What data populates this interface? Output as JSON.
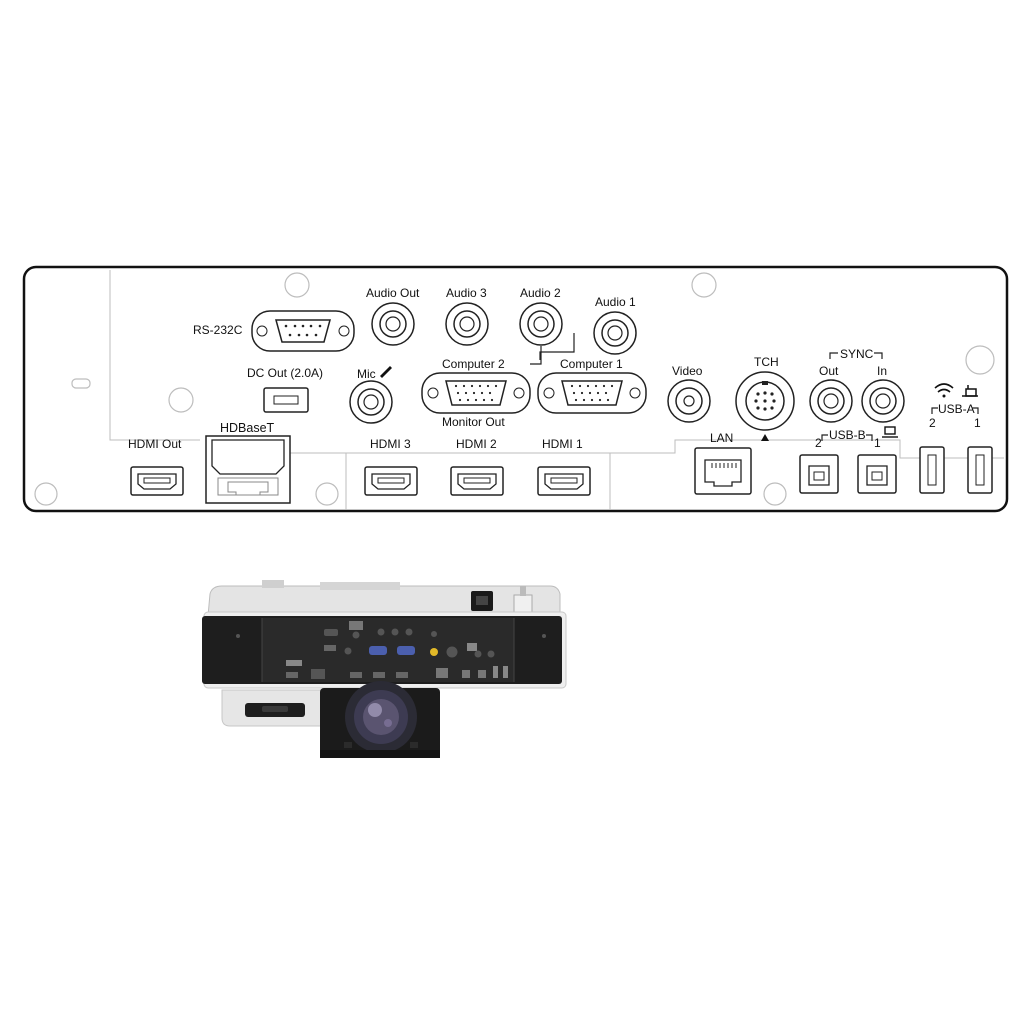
{
  "panel": {
    "labels": {
      "rs232c": "RS-232C",
      "dc_out": "DC Out (2.0A)",
      "audio_out": "Audio Out",
      "audio_3": "Audio 3",
      "audio_2": "Audio 2",
      "audio_1": "Audio 1",
      "mic": "Mic",
      "computer_2": "Computer 2",
      "computer_1": "Computer 1",
      "monitor_out": "Monitor Out",
      "video": "Video",
      "tch": "TCH",
      "sync": "SYNC",
      "sync_out": "Out",
      "sync_in": "In",
      "hdmi_out": "HDMI Out",
      "hdbaset": "HDBaseT",
      "hdmi_3": "HDMI 3",
      "hdmi_2": "HDMI 2",
      "hdmi_1": "HDMI 1",
      "lan": "LAN",
      "usb_b": "USB-B",
      "usb_b_2": "2",
      "usb_b_1": "1",
      "usb_a": "USB-A",
      "usb_a_2": "2",
      "usb_a_1": "1"
    },
    "icons": [
      "mic-icon",
      "wifi-icon",
      "usb-stick-icon",
      "computer-icon",
      "triangle-icon"
    ]
  }
}
